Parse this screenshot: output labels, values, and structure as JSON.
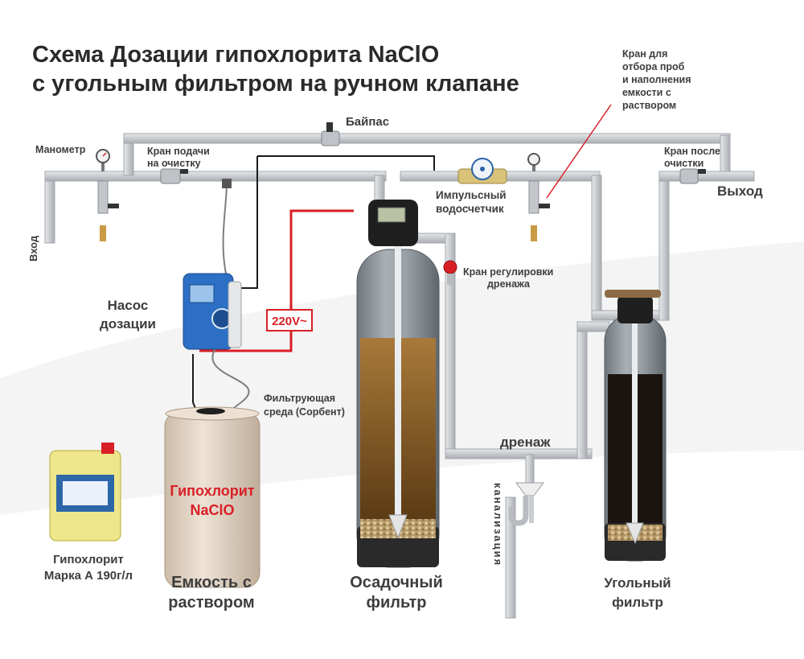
{
  "title": {
    "line1": "Схема Дозации гипохлорита NaClO",
    "line2": "с угольным фильтром на ручном клапане"
  },
  "labels": {
    "bypass": "Байпас",
    "manometer": "Манометр",
    "inlet_valve_1": "Кран подачи",
    "inlet_valve_2": "на очистку",
    "meter_1": "Импульсный",
    "meter_2": "водосчетчик",
    "sample_valve_1": "Кран для",
    "sample_valve_2": "отбора проб",
    "sample_valve_3": "и наполнения",
    "sample_valve_4": "емкости с",
    "sample_valve_5": "раствором",
    "outlet_valve_1": "Кран после",
    "outlet_valve_2": "очистки",
    "outlet": "Выход",
    "inlet": "Вход",
    "drain_valve_1": "Кран регулировки",
    "drain_valve_2": "дренажа",
    "pump_1": "Насос",
    "pump_2": "дозации",
    "voltage": "220V~",
    "media_1": "Фильтрующая",
    "media_2": "среда (Сорбент)",
    "drain": "дренаж",
    "sewer": "канализация",
    "tank_text_1": "Гипохлорит",
    "tank_text_2": "NaClO",
    "canister_1": "Гипохлорит",
    "canister_2": "Марка А 190г/л",
    "tank_1": "Емкость с",
    "tank_2": "раствором",
    "sediment_1": "Осадочный",
    "sediment_2": "фильтр",
    "carbon_1": "Угольный",
    "carbon_2": "фильтр"
  },
  "colors": {
    "pipe": "#cfd2d6",
    "pipe_edge": "#a5a9ae",
    "electric": "#d91f26",
    "signal": "#1a1a1a",
    "tank_body": "#e6d8c8",
    "filter_vessel": "#8d949a",
    "sediment_media": "#8a5a1c",
    "carbon_media": "#1c1410",
    "gravel": "#c9b48a",
    "pump_blue": "#2c6fc4",
    "canister": "#eee68a"
  },
  "icons": [
    "manometer-icon",
    "ball-valve-icon",
    "water-meter-icon",
    "dosing-pump-icon",
    "control-valve-icon",
    "drain-trap-icon",
    "canister-icon"
  ]
}
